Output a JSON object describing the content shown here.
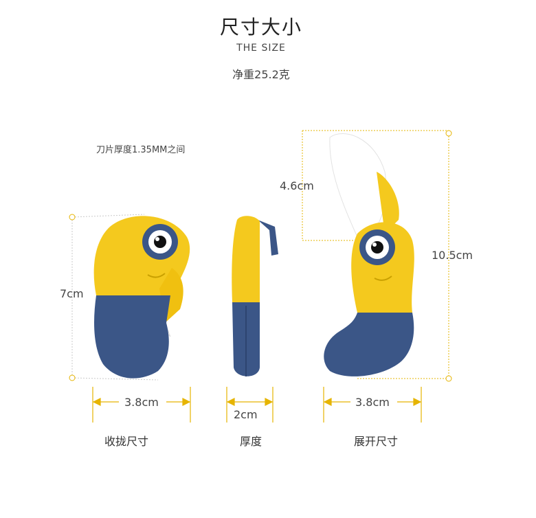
{
  "header": {
    "title": "尺寸大小",
    "subtitle": "THE SIZE",
    "weight": "净重25.2克"
  },
  "notes": {
    "blade_thickness": "刀片厚度1.35MM之间"
  },
  "dimensions": {
    "folded_height": "7cm",
    "folded_width": "3.8cm",
    "thickness": "2cm",
    "open_height": "10.5cm",
    "blade_length": "4.6cm",
    "open_width": "3.8cm"
  },
  "captions": {
    "folded": "收拢尺寸",
    "thickness": "厚度",
    "open": "展开尺寸"
  },
  "colors": {
    "yellow": "#f4c91e",
    "blue": "#3b5687",
    "guide": "#e6b400",
    "blade": "#ffffff"
  }
}
